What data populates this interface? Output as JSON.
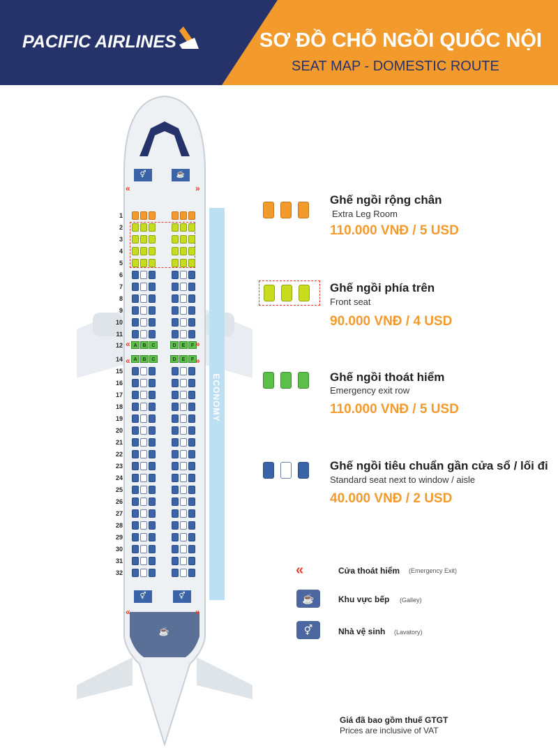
{
  "header": {
    "brand": "PACIFIC AIRLINES",
    "title_vn": "SƠ ĐỒ CHỖ NGỒI QUỐC NỘI",
    "title_en": "SEAT MAP - DOMESTIC ROUTE",
    "colors": {
      "navy": "#26336b",
      "orange": "#f39a2c"
    }
  },
  "plane": {
    "cabin_label": "ECONOMY",
    "left_seat_letters": [
      "A",
      "B",
      "C"
    ],
    "right_seat_letters": [
      "D",
      "E",
      "F"
    ],
    "rows": [
      "1",
      "2",
      "3",
      "4",
      "5",
      "6",
      "7",
      "8",
      "9",
      "10",
      "11",
      "12",
      "14",
      "15",
      "16",
      "17",
      "18",
      "19",
      "20",
      "21",
      "22",
      "23",
      "24",
      "25",
      "26",
      "27",
      "28",
      "29",
      "30",
      "31",
      "32"
    ],
    "extra_leg_rows": [
      "1"
    ],
    "front_rows": [
      "2",
      "3",
      "4",
      "5"
    ],
    "exit_rows": [
      "12",
      "14"
    ],
    "icons": [
      "lavatory-icon",
      "galley-icon",
      "emergency-exit-icon"
    ]
  },
  "legend": {
    "extra_leg": {
      "title": "Ghế ngồi rộng chân",
      "subtitle": "Extra Leg Room",
      "price": "110.000 VNĐ / 5 USD",
      "color": "#f39a2c"
    },
    "front": {
      "title": "Ghế ngồi phía trên",
      "subtitle": "Front seat",
      "price": "90.000 VNĐ / 4 USD",
      "color": "#c8dc1e"
    },
    "exit_row": {
      "title": "Ghế ngồi thoát hiểm",
      "subtitle": "Emergency exit row",
      "price": "110.000 VNĐ / 5 USD",
      "color": "#5cbf4a"
    },
    "standard": {
      "title": "Ghế ngồi tiêu chuẩn gần cửa sổ / lối đi",
      "subtitle": "Standard seat next to window / aisle",
      "price": "40.000 VNĐ / 2 USD",
      "color": "#3b63a8"
    }
  },
  "symbols": {
    "exit": {
      "label": "Cửa thoát hiểm",
      "note": "(Emergency Exit)"
    },
    "galley": {
      "label": "Khu vực bếp",
      "note": "(Galley)"
    },
    "lavatory": {
      "label": "Nhà vệ sinh",
      "note": "(Lavatory)"
    }
  },
  "footer": {
    "vat_vn": "Giá đã bao gồm thuế GTGT",
    "vat_en": "Prices are inclusive of VAT"
  }
}
